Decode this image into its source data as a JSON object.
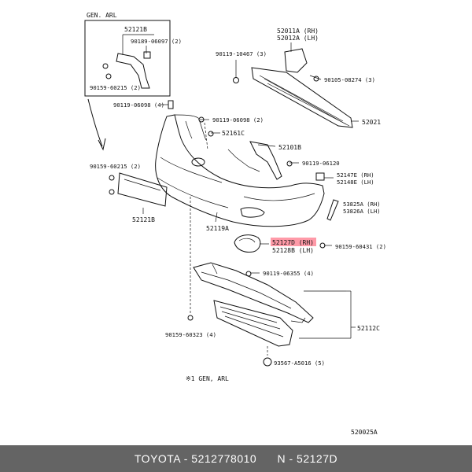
{
  "diagram": {
    "inset_title": "GEN. ARL",
    "footnote": "※1 GEN, ARL",
    "figure_id": "520025A",
    "highlight_color": "#ff9aa8",
    "parts": {
      "p52121B_top": "52121B",
      "p90189": "90189-06097 (2)",
      "p90159_inset": "90159-60215 (2)",
      "p90119_10467": "90119-10467 (3)",
      "p52011A": "52011A (RH)",
      "p52012A": "52012A (LH)",
      "p90105": "90105-08274 (3)",
      "p90119_06098a": "90119-06098 (4)",
      "p90119_06098b": "90119-06098 (2)",
      "p52021": "52021",
      "p52161C": "52161C",
      "p52101B": "52101B",
      "p90119_06120": "90119-06120",
      "p90159_60215": "90159-60215 (2)",
      "p52147E": "52147E (RH)",
      "p52148E": "52148E (LH)",
      "p53825A": "53825A (RH)",
      "p53826A": "53826A (LH)",
      "p52121B_bot": "52121B",
      "p52119A": "52119A",
      "p52127D": "52127D (RH)",
      "p52128B": "52128B (LH)",
      "p90159_60431": "90159-60431 (2)",
      "p90119_06355": "90119-06355 (4)",
      "p52112C": "52112C",
      "p90159_60323": "90159-60323 (4)",
      "p93567": "93567-A5016 (5)"
    }
  },
  "footer": {
    "text": "TOYOTA - 5212778010      N - 52127D"
  }
}
